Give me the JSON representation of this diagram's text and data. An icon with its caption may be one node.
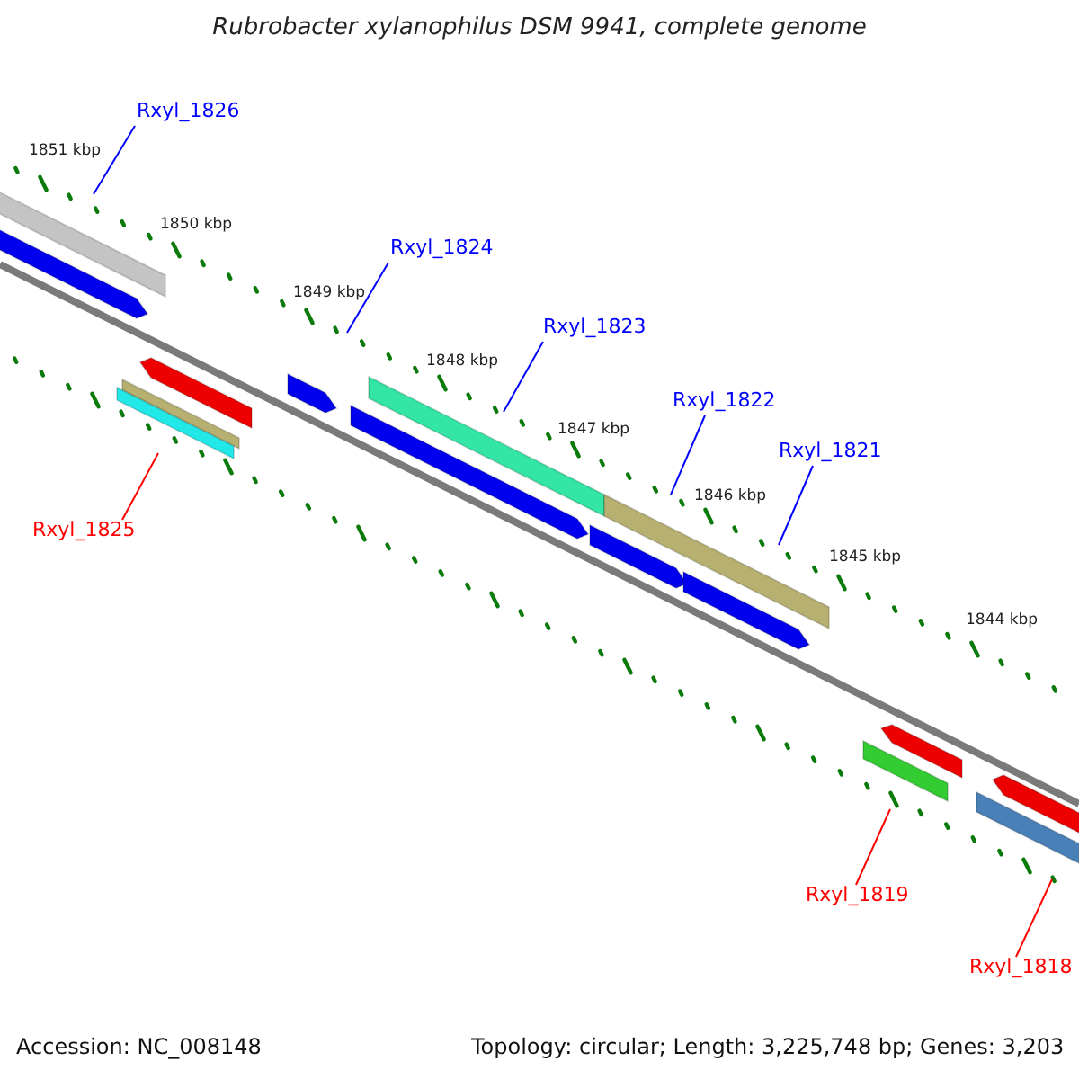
{
  "diagram": {
    "title": "Rubrobacter xylanophilus DSM 9941, complete genome",
    "nodes": [
      {
        "text": [
          "Rxyl_1826"
        ]
      },
      {
        "text": [
          "Rxyl_1824"
        ]
      },
      {
        "text": [
          "Rxyl_1823"
        ]
      },
      {
        "text": [
          "Rxyl_1822"
        ]
      },
      {
        "text": [
          "Rxyl_1821"
        ]
      },
      {
        "text": [
          "Rxyl_1825"
        ]
      },
      {
        "text": [
          "Rxyl_1819"
        ]
      },
      {
        "text": [
          "Rxyl_1818"
        ]
      }
    ],
    "edges": [
      {
        "from": 0,
        "to": null,
        "arrow": "none"
      },
      {
        "from": 1,
        "to": null,
        "arrow": "none"
      },
      {
        "from": 2,
        "to": null,
        "arrow": "none"
      },
      {
        "from": 3,
        "to": null,
        "arrow": "none"
      },
      {
        "from": 4,
        "to": null,
        "arrow": "none"
      },
      {
        "from": 5,
        "to": null,
        "arrow": "none",
        "color": "#ff0000"
      },
      {
        "from": 6,
        "to": null,
        "arrow": "none",
        "color": "#ff0000"
      },
      {
        "from": 7,
        "to": null,
        "arrow": "none",
        "color": "#ff0000"
      }
    ],
    "labels": [
      "1851 kbp",
      "1850 kbp",
      "1849 kbp",
      "1848 kbp",
      "1847 kbp",
      "1846 kbp",
      "1845 kbp",
      "1844 kbp",
      "Accession: NC_008148",
      "Topology: circular; Length: 3,225,748 bp; Genes: 3,203"
    ]
  }
}
